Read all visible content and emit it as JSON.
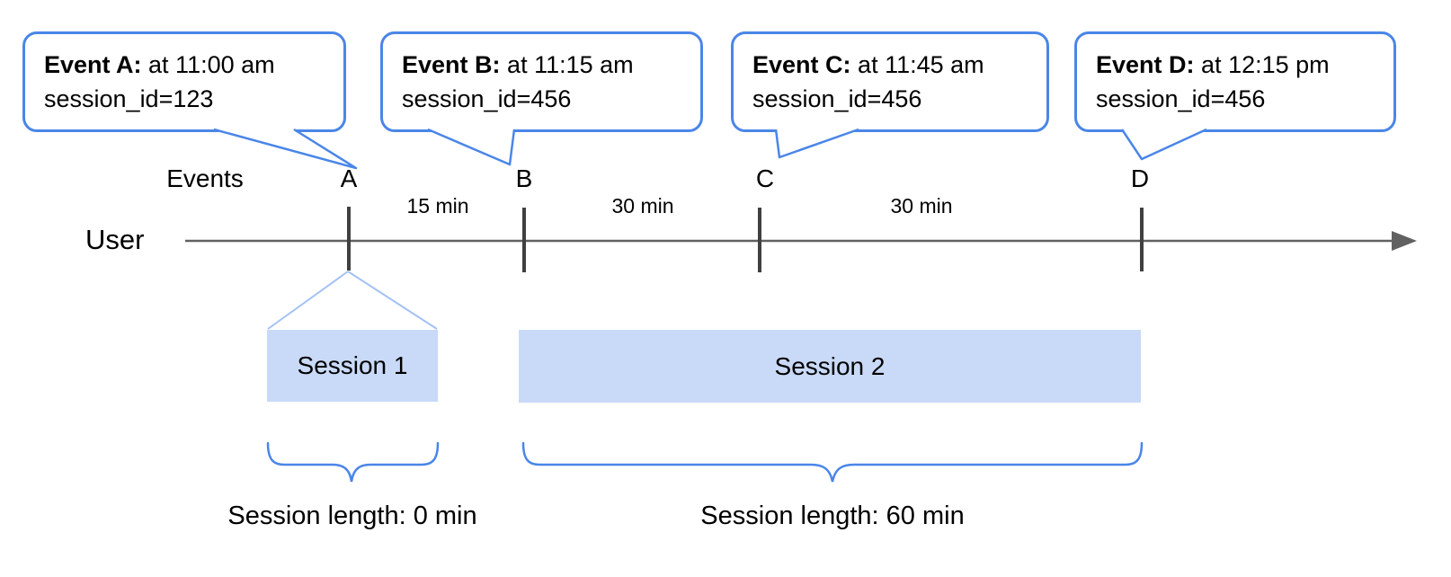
{
  "diagram": {
    "row_label": "Events",
    "axis_label": "User",
    "events": [
      {
        "letter": "A",
        "title": "Event A:",
        "time": "at 11:00 am",
        "session": "session_id=123"
      },
      {
        "letter": "B",
        "title": "Event B:",
        "time": "at 11:15 am",
        "session": "session_id=456"
      },
      {
        "letter": "C",
        "title": "Event C:",
        "time": "at 11:45 am",
        "session": "session_id=456"
      },
      {
        "letter": "D",
        "title": "Event D:",
        "time": "at 12:15 pm",
        "session": "session_id=456"
      }
    ],
    "intervals": [
      "15 min",
      "30 min",
      "30 min"
    ],
    "sessions": [
      {
        "label": "Session 1",
        "length": "Session length: 0 min"
      },
      {
        "label": "Session 2",
        "length": "Session length: 60 min"
      }
    ],
    "colors": {
      "bubble_border": "#4a86e8",
      "brace": "#4a86e8",
      "connector": "#a4c2f4",
      "session_fill": "#c9daf8",
      "axis": "#616161",
      "tick": "#404040"
    }
  }
}
